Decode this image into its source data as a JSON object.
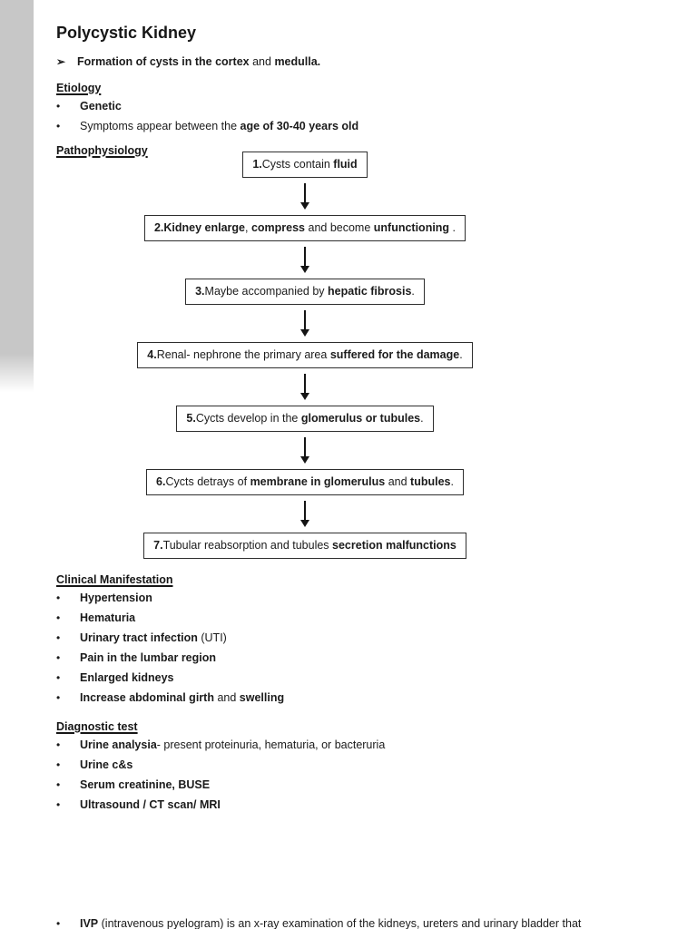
{
  "doc": {
    "title": "Polycystic Kidney",
    "bullet_glyph": "•",
    "intro": {
      "marker_icon": "➢",
      "segments": [
        {
          "t": "Formation of cysts in the cortex",
          "b": true
        },
        {
          "t": " and ",
          "b": false
        },
        {
          "t": "medulla.",
          "b": true
        }
      ]
    },
    "etiology": {
      "heading": "Etiology",
      "bullets": [
        {
          "segments": [
            {
              "t": "Genetic",
              "b": true
            }
          ]
        },
        {
          "segments": [
            {
              "t": "Symptoms appear between the ",
              "b": false
            },
            {
              "t": "age of 30-40 years old",
              "b": true
            }
          ]
        }
      ]
    },
    "pathophysiology": {
      "heading": "Pathophysiology",
      "flow_boxes": [
        {
          "segments": [
            {
              "t": "1.",
              "b": true
            },
            {
              "t": "Cysts contain ",
              "b": false
            },
            {
              "t": "fluid",
              "b": true
            }
          ]
        },
        {
          "segments": [
            {
              "t": "2.Kidney enlarge",
              "b": true
            },
            {
              "t": ", ",
              "b": false
            },
            {
              "t": "compress",
              "b": true
            },
            {
              "t": " and become ",
              "b": false
            },
            {
              "t": "unfunctioning",
              "b": true
            },
            {
              "t": " .",
              "b": false
            }
          ]
        },
        {
          "segments": [
            {
              "t": "3.",
              "b": true
            },
            {
              "t": "Maybe accompanied by ",
              "b": false
            },
            {
              "t": "hepatic fibrosis",
              "b": true
            },
            {
              "t": ".",
              "b": false
            }
          ]
        },
        {
          "segments": [
            {
              "t": "4.",
              "b": true
            },
            {
              "t": "Renal- nephrone the primary area ",
              "b": false
            },
            {
              "t": "suffered for the damage",
              "b": true
            },
            {
              "t": ".",
              "b": false
            }
          ]
        },
        {
          "segments": [
            {
              "t": "5.",
              "b": true
            },
            {
              "t": "Cycts develop in the ",
              "b": false
            },
            {
              "t": "glomerulus or tubules",
              "b": true
            },
            {
              "t": ".",
              "b": false
            }
          ]
        },
        {
          "segments": [
            {
              "t": "6.",
              "b": true
            },
            {
              "t": "Cycts detrays of ",
              "b": false
            },
            {
              "t": "membrane in glomerulus",
              "b": true
            },
            {
              "t": " and ",
              "b": false
            },
            {
              "t": "tubules",
              "b": true
            },
            {
              "t": ".",
              "b": false
            }
          ]
        },
        {
          "segments": [
            {
              "t": "7.",
              "b": true
            },
            {
              "t": "Tubular reabsorption and tubules ",
              "b": false
            },
            {
              "t": "secretion malfunctions",
              "b": true
            }
          ]
        }
      ]
    },
    "clinical": {
      "heading": "Clinical Manifestation",
      "bullets": [
        {
          "segments": [
            {
              "t": "Hypertension",
              "b": true
            }
          ]
        },
        {
          "segments": [
            {
              "t": "Hematuria",
              "b": true
            }
          ]
        },
        {
          "segments": [
            {
              "t": "Urinary tract infection",
              "b": true
            },
            {
              "t": " (UTI)",
              "b": false
            }
          ]
        },
        {
          "segments": [
            {
              "t": "Pain in the lumbar region",
              "b": true
            }
          ]
        },
        {
          "segments": [
            {
              "t": "Enlarged kidneys",
              "b": true
            }
          ]
        },
        {
          "segments": [
            {
              "t": "Increase abdominal girth",
              "b": true
            },
            {
              "t": " and ",
              "b": false
            },
            {
              "t": "swelling",
              "b": true
            }
          ]
        }
      ]
    },
    "diagnostic": {
      "heading": "Diagnostic test",
      "bullets": [
        {
          "segments": [
            {
              "t": "Urine analysia",
              "b": true
            },
            {
              "t": "- present proteinuria, hematuria, or bacteruria",
              "b": false
            }
          ]
        },
        {
          "segments": [
            {
              "t": "Urine c&s",
              "b": true
            }
          ]
        },
        {
          "segments": [
            {
              "t": "Serum creatinine, BUSE",
              "b": true
            }
          ]
        },
        {
          "segments": [
            {
              "t": "Ultrasound / CT scan/ MRI",
              "b": true
            }
          ]
        }
      ]
    },
    "footer_cutoff_line": {
      "segments": [
        {
          "t": "IVP",
          "b": true
        },
        {
          "t": " (intravenous pyelogram) is an x-ray examination of the kidneys, ureters and urinary bladder that",
          "b": false
        }
      ]
    },
    "colors": {
      "text": "#1b1b1b",
      "box_border": "#2e2e2e",
      "scan_shadow_grey": "#c7c7c7",
      "page_background": "#ffffff"
    }
  }
}
